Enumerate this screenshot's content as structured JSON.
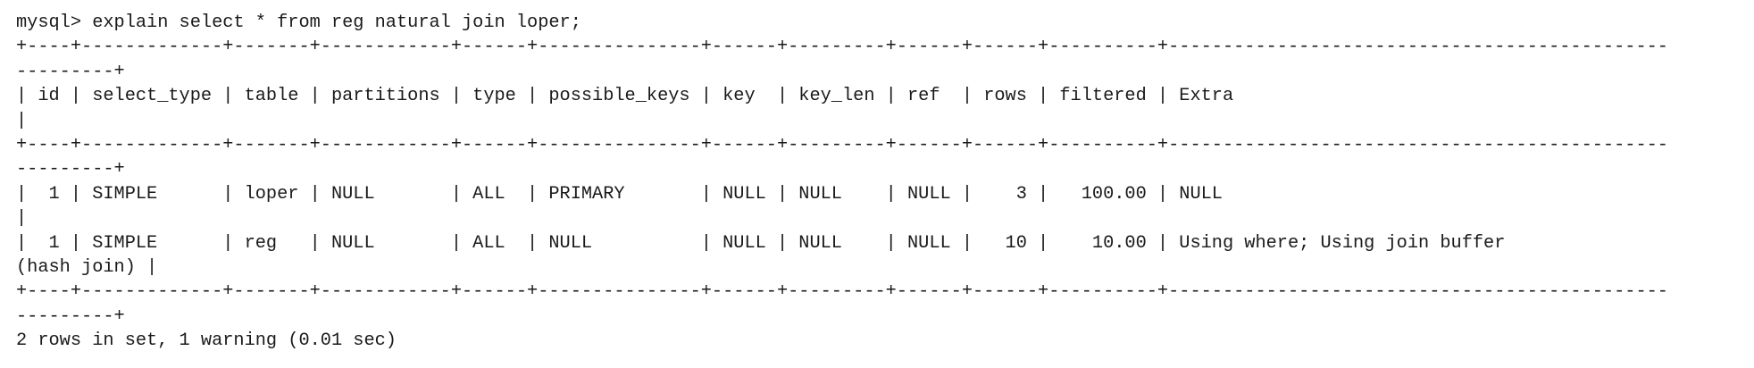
{
  "terminal": {
    "prompt": "mysql> explain select * from reg natural join loper;",
    "border_top_a": "+----+-------------+-------+------------+------+---------------+------+---------+------+------+----------+----------------------------------------------",
    "border_top_b": "---------+",
    "header_a": "| id | select_type | table | partitions | type | possible_keys | key  | key_len | ref  | rows | filtered | Extra",
    "header_b": "|",
    "border_mid_a": "+----+-------------+-------+------------+------+---------------+------+---------+------+------+----------+----------------------------------------------",
    "border_mid_b": "---------+",
    "row1_a": "|  1 | SIMPLE      | loper | NULL       | ALL  | PRIMARY       | NULL | NULL    | NULL |    3 |   100.00 | NULL",
    "row1_b": "|",
    "row2_a": "|  1 | SIMPLE      | reg   | NULL       | ALL  | NULL          | NULL | NULL    | NULL |   10 |    10.00 | Using where; Using join buffer",
    "row2_b": "(hash join) |",
    "border_bot_a": "+----+-------------+-------+------------+------+---------------+------+---------+------+------+----------+----------------------------------------------",
    "border_bot_b": "---------+",
    "summary": "2 rows in set, 1 warning (0.01 sec)"
  }
}
